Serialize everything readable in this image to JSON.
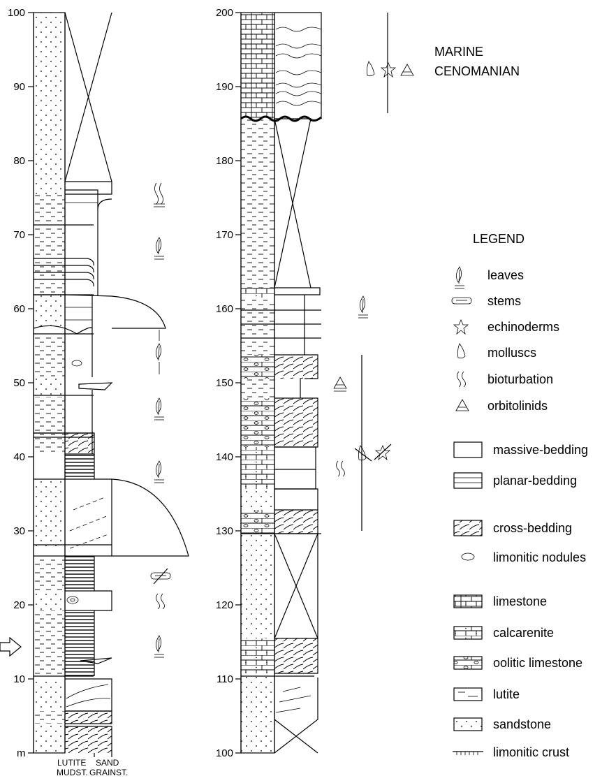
{
  "axis": {
    "unit": "m",
    "left_ticks": [
      "10",
      "20",
      "30",
      "40",
      "50",
      "60",
      "70",
      "80",
      "90",
      "100"
    ],
    "right_ticks": [
      "110",
      "120",
      "130",
      "140",
      "150",
      "160",
      "170",
      "180",
      "190",
      "200"
    ]
  },
  "grain_axis": {
    "top": [
      "LUTITE",
      "SAND"
    ],
    "bottom": [
      "MUDST.",
      "GRAINST."
    ]
  },
  "marine": {
    "line1": "MARINE",
    "line2": "CENOMANIAN"
  },
  "legend": {
    "title": "LEGEND",
    "fossils": [
      {
        "icon": "leaves-icon",
        "label": "leaves"
      },
      {
        "icon": "stems-icon",
        "label": "stems"
      },
      {
        "icon": "echinoderms-icon",
        "label": "echinoderms"
      },
      {
        "icon": "molluscs-icon",
        "label": "molluscs"
      },
      {
        "icon": "bioturbation-icon",
        "label": "bioturbation"
      },
      {
        "icon": "orbitolinids-icon",
        "label": "orbitolinids"
      }
    ],
    "structures": [
      {
        "icon": "massive-bedding-icon",
        "label": "massive-bedding"
      },
      {
        "icon": "planar-bedding-icon",
        "label": "planar-bedding"
      },
      {
        "icon": "cross-bedding-icon",
        "label": "cross-bedding"
      },
      {
        "icon": "limonitic-nodules-icon",
        "label": "limonitic nodules"
      }
    ],
    "lithology": [
      {
        "icon": "limestone-icon",
        "label": "limestone"
      },
      {
        "icon": "calcarenite-icon",
        "label": "calcarenite"
      },
      {
        "icon": "oolitic-limestone-icon",
        "label": "oolitic limestone"
      },
      {
        "icon": "lutite-icon",
        "label": "lutite"
      },
      {
        "icon": "sandstone-icon",
        "label": "sandstone"
      },
      {
        "icon": "limonitic-crust-icon",
        "label": "limonitic crust"
      }
    ]
  }
}
